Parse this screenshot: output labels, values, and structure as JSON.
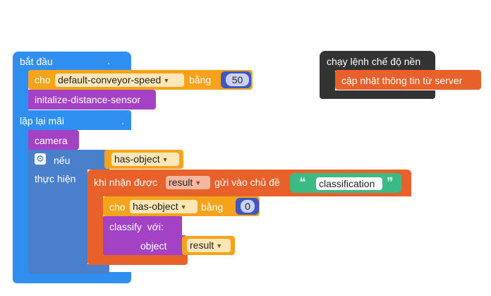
{
  "colors": {
    "events": "#2f8ff0",
    "variable": "#f5a31a",
    "purple": "#a442c6",
    "orange": "#e8602a",
    "number": "#3f57c4",
    "dark": "#333333"
  },
  "when_start": {
    "label": "bắt đầu",
    "set_block": {
      "cho": "cho",
      "variable": "default-conveyor-speed",
      "bang": "bằng",
      "value": "50"
    },
    "init_block": "initalize-distance-sensor"
  },
  "forever": {
    "label": "lặp lại mãi",
    "camera": "camera",
    "if_block": {
      "if_label": "nếu",
      "condition": "has-object",
      "do_label": "thực hiện",
      "settings_icon": "gear-icon"
    },
    "receive_block": {
      "label": "khi nhận được",
      "variable": "result",
      "topic_label": "gửi vào chủ đề",
      "topic": "classification",
      "open_quote": "❝",
      "close_quote": "❞"
    },
    "set_block2": {
      "cho": "cho",
      "variable": "has-object",
      "bang": "bằng",
      "value": "0"
    },
    "classify_block": {
      "label": "classify  với:",
      "param": "object",
      "value": "result"
    }
  },
  "background_block": {
    "label": "chạy lệnh chế độ nền",
    "inner": "cập nhật thông tin từ server"
  }
}
